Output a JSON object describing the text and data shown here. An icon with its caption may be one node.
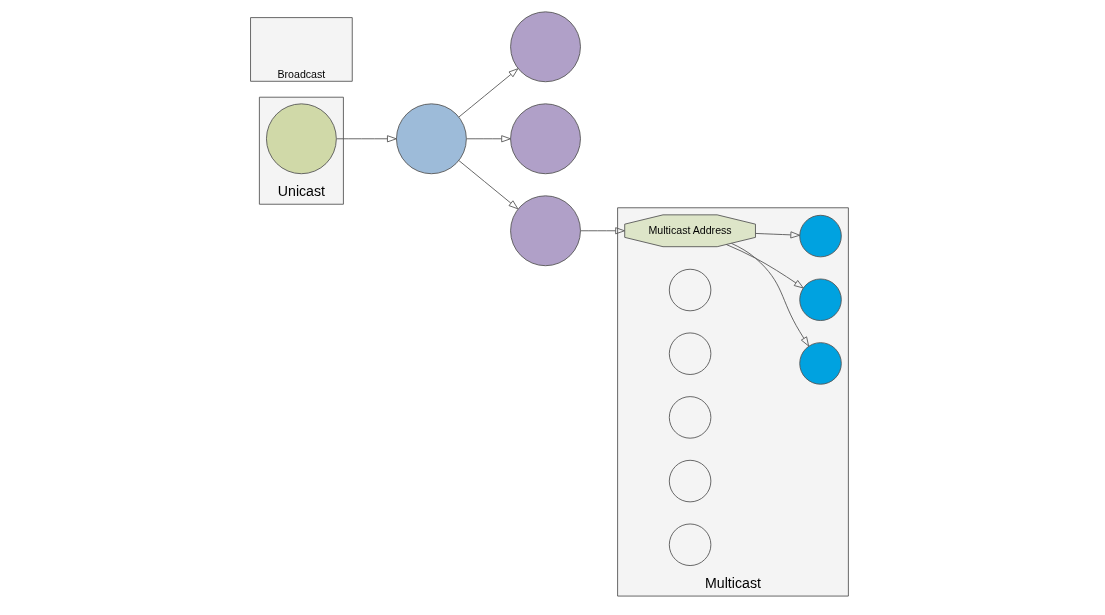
{
  "diagram": {
    "nodes": [
      {
        "text": [
          "Unicast"
        ]
      },
      {
        "text": [
          "Broadcast"
        ]
      },
      {
        "text": [
          "Multicast"
        ]
      },
      {
        "text": [],
        "shape": "circle",
        "in": 0
      },
      {
        "text": [],
        "shape": "circle"
      },
      {
        "text": [],
        "shape": "circle"
      },
      {
        "text": [],
        "shape": "circle"
      },
      {
        "text": [],
        "shape": "circle"
      },
      {
        "text": [
          "Multicast Address"
        ],
        "in": 2
      },
      {
        "text": [],
        "shape": "circle",
        "in": 2
      },
      {
        "text": [],
        "shape": "circle",
        "in": 2
      },
      {
        "text": [],
        "shape": "circle",
        "in": 2
      },
      {
        "text": [],
        "shape": "circle",
        "in": 2
      },
      {
        "text": [],
        "shape": "circle",
        "in": 2
      },
      {
        "text": [],
        "shape": "circle",
        "in": 2
      },
      {
        "text": [],
        "shape": "circle",
        "in": 2
      },
      {
        "text": [],
        "shape": "circle",
        "in": 2
      }
    ],
    "edges": [
      {
        "from": 3,
        "to": 4,
        "arrow": "to"
      },
      {
        "from": 4,
        "to": 5,
        "arrow": "to"
      },
      {
        "from": 4,
        "to": 6,
        "arrow": "to"
      },
      {
        "from": 4,
        "to": 7,
        "arrow": "to"
      },
      {
        "from": 7,
        "to": 8,
        "arrow": "to"
      },
      {
        "from": 8,
        "to": 9,
        "arrow": "to"
      },
      {
        "from": 8,
        "to": 13,
        "arrow": "to"
      },
      {
        "from": 8,
        "to": 15,
        "arrow": "to"
      }
    ]
  }
}
